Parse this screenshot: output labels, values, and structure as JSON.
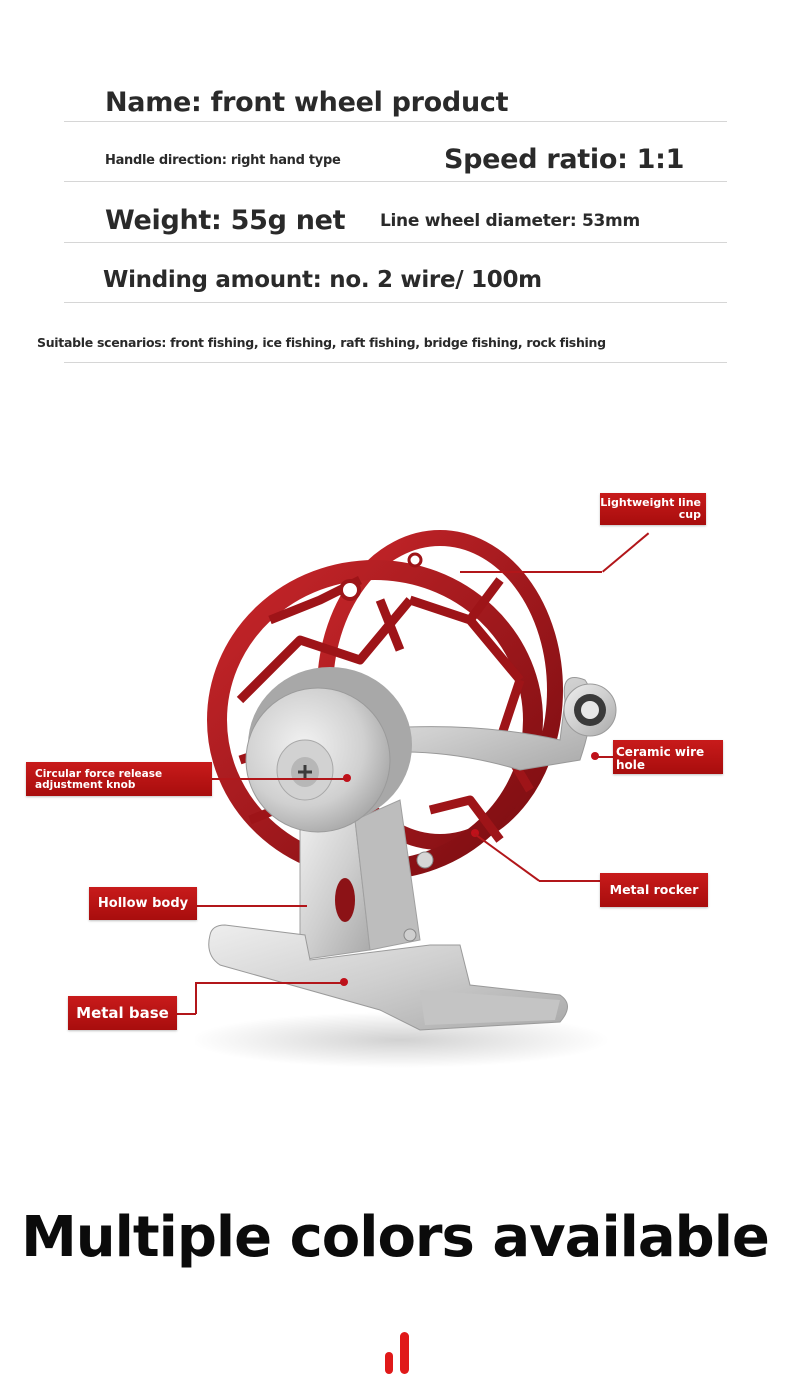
{
  "specs": {
    "name": "Name: front wheel product",
    "handle_direction": "Handle direction: right hand type",
    "speed_ratio": "Speed ratio: 1:1",
    "weight": "Weight: 55g net",
    "line_wheel_diameter": "Line wheel diameter: 53mm",
    "winding_amount": "Winding amount: no. 2 wire/ 100m",
    "suitable_scenarios": "Suitable scenarios: front fishing, ice fishing, raft fishing, bridge fishing, rock fishing"
  },
  "callouts": {
    "line_cup": "Lightweight line cup",
    "line_cup_l1": "Lightweight line",
    "line_cup_l2": "cup",
    "ceramic_l1": "Ceramic wire",
    "ceramic_l2": "hole",
    "knob_l1": "Circular force release",
    "knob_l2": "adjustment knob",
    "hollow_body": "Hollow body",
    "metal_rocker": "Metal rocker",
    "metal_base": "Metal base"
  },
  "colors_section": {
    "title": "Multiple colors available",
    "icon": "bar-chart-icon"
  },
  "theme": {
    "accent_red": "#b2161a",
    "spool_red": "#a8161c",
    "metal_silver": "#c9c9c9",
    "text_dark": "#2a2a2a"
  }
}
